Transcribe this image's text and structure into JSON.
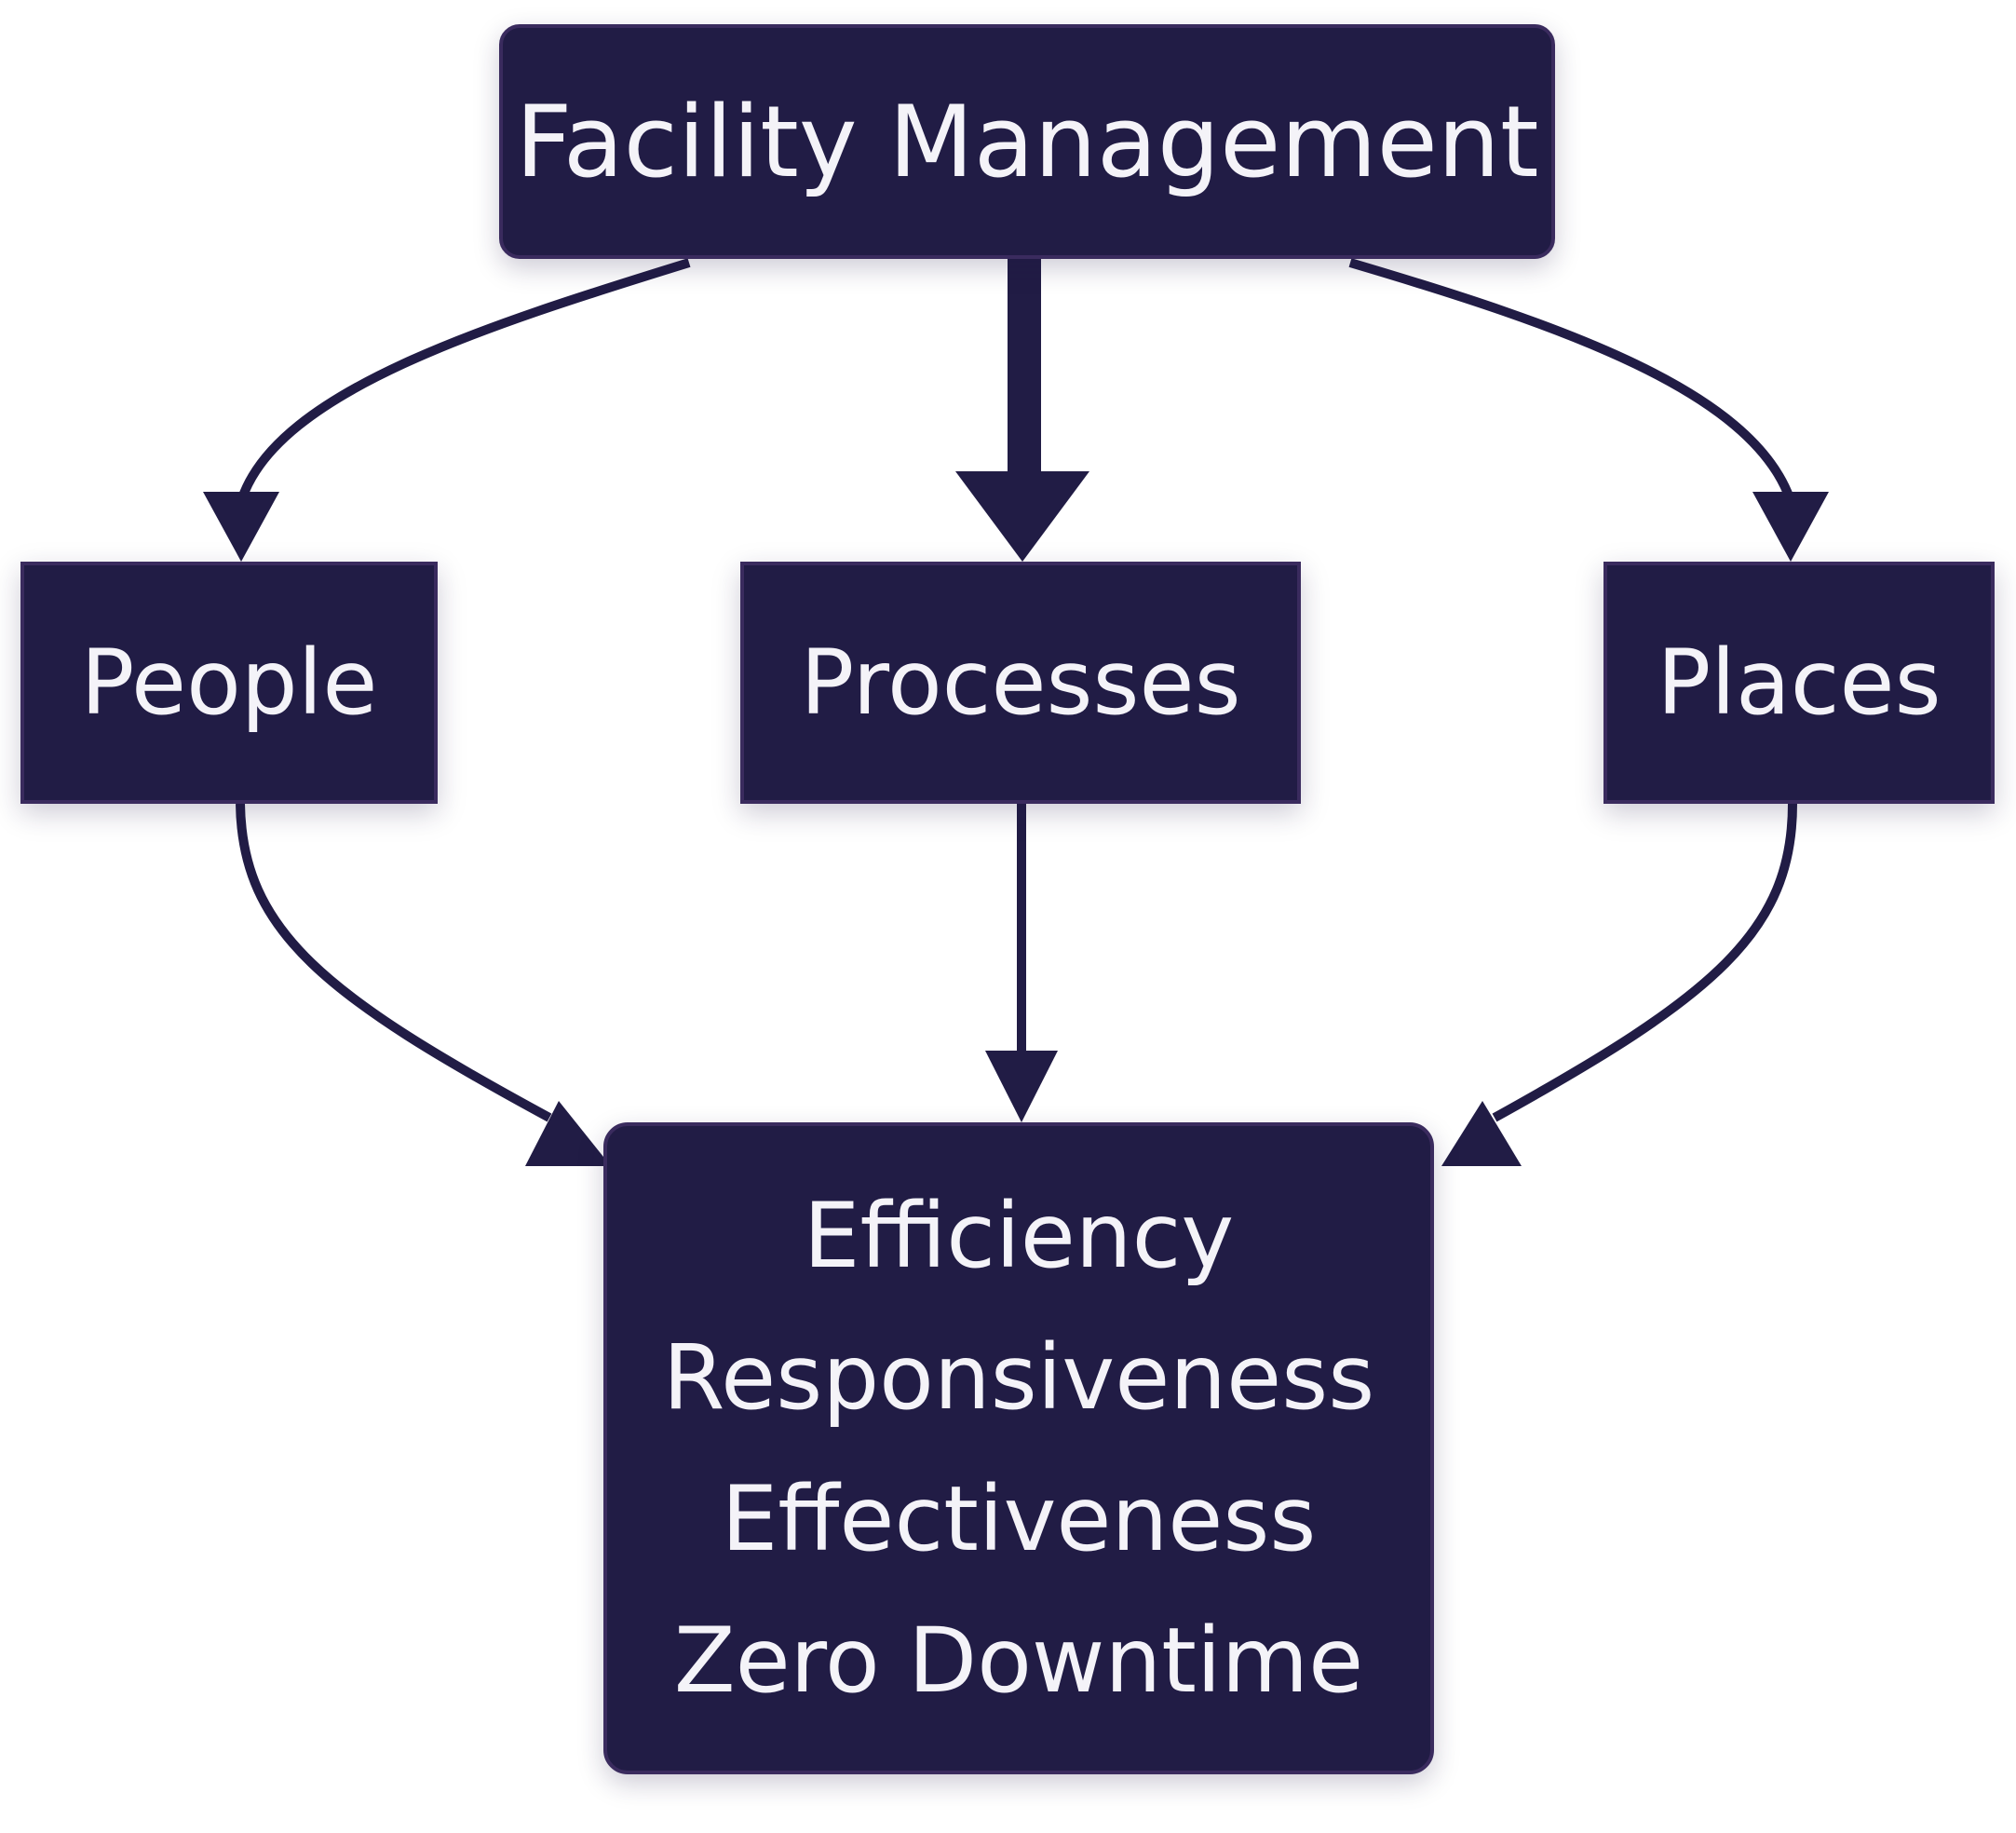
{
  "colors": {
    "node_fill": "#211c45",
    "node_text": "#f4f3f8",
    "arrow": "#211c45",
    "background": "#ffffff"
  },
  "nodes": {
    "top": {
      "label": "Facility Management"
    },
    "people": {
      "label": "People"
    },
    "processes": {
      "label": "Processes"
    },
    "places": {
      "label": "Places"
    },
    "outcomes": {
      "lines": [
        "Efficiency",
        "Responsiveness",
        "Effectiveness",
        "Zero Downtime"
      ]
    }
  },
  "edges": [
    {
      "from": "Facility Management",
      "to": "People"
    },
    {
      "from": "Facility Management",
      "to": "Processes"
    },
    {
      "from": "Facility Management",
      "to": "Places"
    },
    {
      "from": "People",
      "to": "Efficiency / Responsiveness / Effectiveness / Zero Downtime"
    },
    {
      "from": "Processes",
      "to": "Efficiency / Responsiveness / Effectiveness / Zero Downtime"
    },
    {
      "from": "Places",
      "to": "Efficiency / Responsiveness / Effectiveness / Zero Downtime"
    }
  ]
}
